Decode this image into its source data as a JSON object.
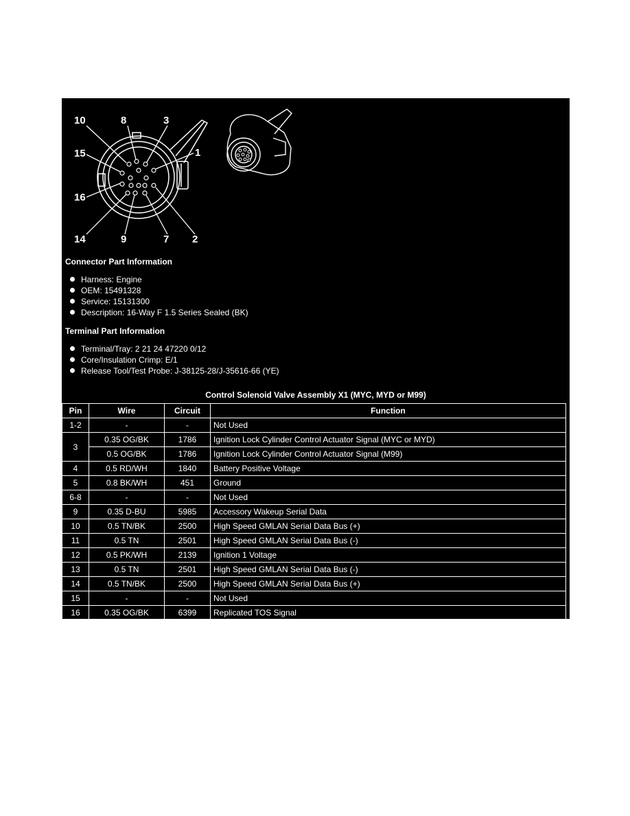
{
  "connector_diagram": {
    "callouts": {
      "c10": "10",
      "c8": "8",
      "c3": "3",
      "c15": "15",
      "c1": "1",
      "c16": "16",
      "c14": "14",
      "c9": "9",
      "c7": "7",
      "c2": "2"
    }
  },
  "connector_part_information": {
    "heading": "Connector Part Information",
    "items": [
      "Harness: Engine",
      "OEM: 15491328",
      "Service: 15131300",
      "Description: 16-Way F 1.5 Series Sealed (BK)"
    ]
  },
  "terminal_part_information": {
    "heading": "Terminal Part Information",
    "items": [
      "Terminal/Tray: 2 21 24 47220 0/12",
      "Core/Insulation Crimp: E/1",
      "Release Tool/Test Probe: J-38125-28/J-35616-66 (YE)"
    ]
  },
  "pin_table": {
    "title": "Control Solenoid Valve Assembly X1 (MYC, MYD or M99)",
    "headers": {
      "pin": "Pin",
      "wire": "Wire",
      "circuit": "Circuit",
      "function": "Function"
    },
    "rows": [
      {
        "pin": "1-2",
        "wire": "-",
        "circuit": "-",
        "function": "Not Used"
      },
      {
        "pin": "3",
        "wire": "0.35 OG/BK",
        "circuit": "1786",
        "function": "Ignition Lock Cylinder Control Actuator Signal (MYC or MYD)"
      },
      {
        "wire": "0.5 OG/BK",
        "circuit": "1786",
        "function": "Ignition Lock Cylinder Control Actuator Signal (M99)"
      },
      {
        "pin": "4",
        "wire": "0.5 RD/WH",
        "circuit": "1840",
        "function": "Battery Positive Voltage"
      },
      {
        "pin": "5",
        "wire": "0.8 BK/WH",
        "circuit": "451",
        "function": "Ground"
      },
      {
        "pin": "6-8",
        "wire": "-",
        "circuit": "-",
        "function": "Not Used"
      },
      {
        "pin": "9",
        "wire": "0.35 D-BU",
        "circuit": "5985",
        "function": "Accessory Wakeup Serial Data"
      },
      {
        "pin": "10",
        "wire": "0.5 TN/BK",
        "circuit": "2500",
        "function": "High Speed GMLAN Serial Data Bus (+)"
      },
      {
        "pin": "11",
        "wire": "0.5 TN",
        "circuit": "2501",
        "function": "High Speed GMLAN Serial Data Bus (-)"
      },
      {
        "pin": "12",
        "wire": "0.5 PK/WH",
        "circuit": "2139",
        "function": "Ignition 1 Voltage"
      },
      {
        "pin": "13",
        "wire": "0.5 TN",
        "circuit": "2501",
        "function": "High Speed GMLAN Serial Data Bus (-)"
      },
      {
        "pin": "14",
        "wire": "0.5 TN/BK",
        "circuit": "2500",
        "function": "High Speed GMLAN Serial Data Bus (+)"
      },
      {
        "pin": "15",
        "wire": "-",
        "circuit": "-",
        "function": "Not Used"
      },
      {
        "pin": "16",
        "wire": "0.35 OG/BK",
        "circuit": "6399",
        "function": "Replicated TOS Signal"
      }
    ]
  }
}
